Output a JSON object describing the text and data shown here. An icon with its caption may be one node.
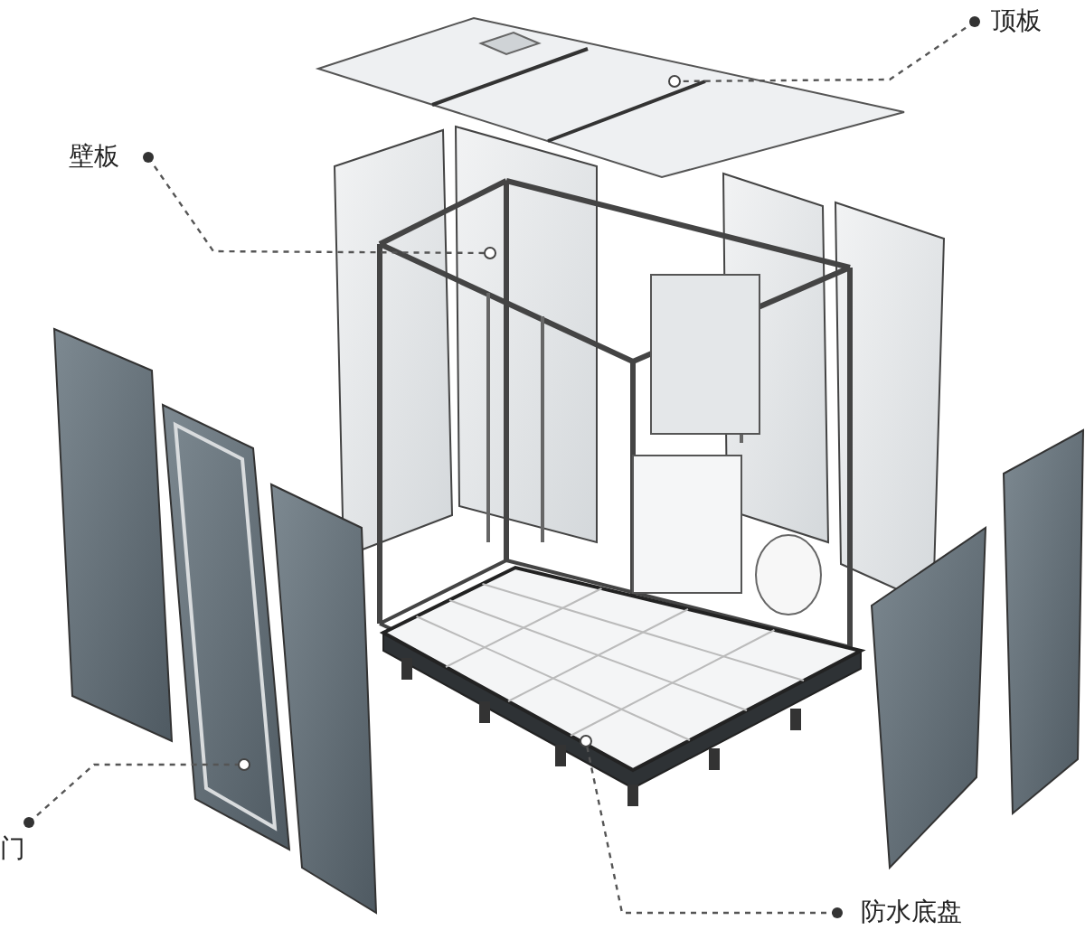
{
  "diagram": {
    "nodes": [
      {
        "text": [
          "顶板"
        ]
      },
      {
        "text": [],
        "shape": "picture"
      },
      {
        "text": [
          "壁板"
        ]
      },
      {
        "text": [],
        "shape": "picture"
      },
      {
        "text": [
          "门"
        ]
      },
      {
        "text": [],
        "shape": "picture"
      },
      {
        "text": [
          "防水底盘"
        ]
      },
      {
        "text": [],
        "shape": "picture"
      }
    ],
    "edges": [
      {
        "from": 0,
        "to": 1,
        "arrow": "other",
        "style": "dashed"
      },
      {
        "from": 2,
        "to": 3,
        "arrow": "other",
        "style": "dashed"
      },
      {
        "from": 4,
        "to": 5,
        "arrow": "other",
        "style": "dashed"
      },
      {
        "from": 6,
        "to": 7,
        "arrow": "other",
        "style": "dashed"
      }
    ]
  }
}
